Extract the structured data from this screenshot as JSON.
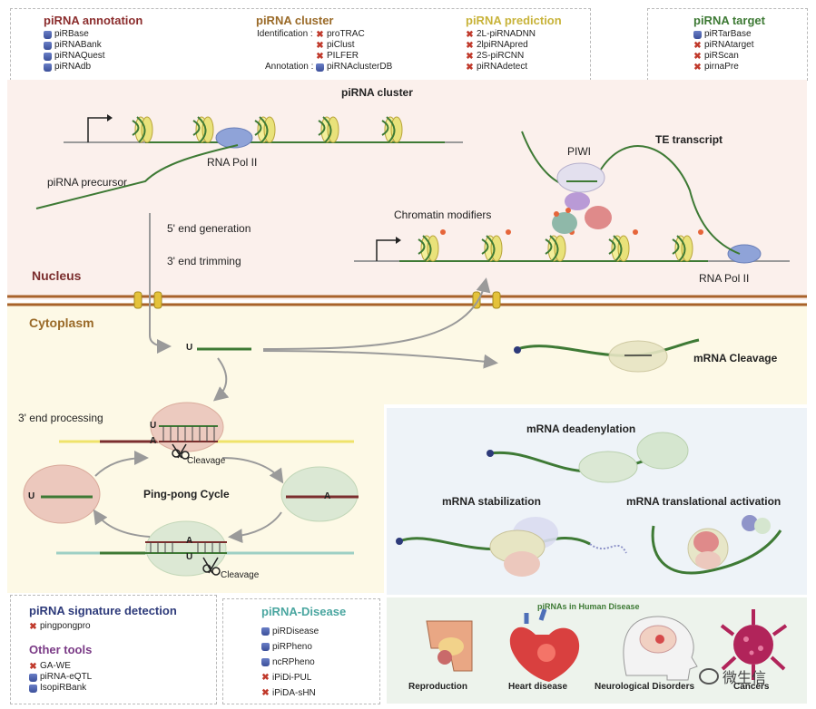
{
  "annotation": {
    "title": "piRNA annotation",
    "items": [
      {
        "name": "piRBase",
        "icon": "database-icon"
      },
      {
        "name": "piRNABank",
        "icon": "database-icon"
      },
      {
        "name": "piRNAQuest",
        "icon": "database-icon"
      },
      {
        "name": "piRNAdb",
        "icon": "database-icon"
      }
    ]
  },
  "cluster": {
    "title": "piRNA cluster",
    "identification_label": "Identification :",
    "annotation_label": "Annotation :",
    "identification": [
      {
        "name": "proTRAC",
        "icon": "tool-icon"
      },
      {
        "name": "piClust",
        "icon": "tool-icon"
      },
      {
        "name": "PILFER",
        "icon": "tool-icon"
      }
    ],
    "annotation": [
      {
        "name": "piRNAclusterDB",
        "icon": "database-icon"
      }
    ]
  },
  "prediction": {
    "title": "piRNA prediction",
    "items": [
      {
        "name": "2L-piRNADNN",
        "icon": "tool-icon"
      },
      {
        "name": "2lpiRNApred",
        "icon": "tool-icon"
      },
      {
        "name": "2S-piRCNN",
        "icon": "tool-icon"
      },
      {
        "name": "piRNAdetect",
        "icon": "tool-icon"
      }
    ]
  },
  "target": {
    "title": "piRNA target",
    "items": [
      {
        "name": "piRTarBase",
        "icon": "database-icon"
      },
      {
        "name": "piRNAtarget",
        "icon": "tool-icon"
      },
      {
        "name": "piRScan",
        "icon": "tool-icon"
      },
      {
        "name": "pirnaPre",
        "icon": "tool-icon"
      }
    ]
  },
  "nucleus": {
    "section_label": "Nucleus",
    "cluster_title": "piRNA cluster",
    "rna_pol_ii": "RNA Pol II",
    "rna_pol_ii_2": "RNA Pol II",
    "precursor": "piRNA precursor",
    "five_prime": "5' end generation",
    "three_prime": "3' end trimming",
    "chromatin": "Chromatin modifiers",
    "piwi": "PIWI",
    "te_transcript": "TE transcript"
  },
  "cytoplasm": {
    "section_label": "Cytoplasm",
    "u_label": "U",
    "mrna_cleavage": "mRNA Cleavage",
    "three_prime_processing": "3' end processing",
    "ping_pong": "Ping-pong Cycle",
    "cleavage_1": "Cleavage",
    "cleavage_2": "Cleavage",
    "pp_u_top": "U",
    "pp_a_top": "A",
    "pp_u_left": "U",
    "pp_a_right": "A",
    "pp_a_bottom": "A",
    "pp_u_bottom": "U"
  },
  "mrna": {
    "deadenylation": "mRNA deadenylation",
    "stabilization": "mRNA stabilization",
    "translational": "mRNA translational activation"
  },
  "signature": {
    "title": "piRNA signature detection",
    "items": [
      {
        "name": "pingpongpro",
        "icon": "tool-icon"
      }
    ]
  },
  "other_tools": {
    "title": "Other tools",
    "items": [
      {
        "name": "GA-WE",
        "icon": "tool-icon"
      },
      {
        "name": "piRNA-eQTL",
        "icon": "database-icon"
      },
      {
        "name": "IsopiRBank",
        "icon": "database-icon"
      }
    ]
  },
  "disease_db": {
    "title": "piRNA-Disease",
    "items": [
      {
        "name": "piRDisease",
        "icon": "database-icon"
      },
      {
        "name": "piRPheno",
        "icon": "database-icon"
      },
      {
        "name": "ncRPheno",
        "icon": "database-icon"
      },
      {
        "name": "iPiDi-PUL",
        "icon": "tool-icon"
      },
      {
        "name": "iPiDA-sHN",
        "icon": "tool-icon"
      }
    ]
  },
  "human_disease": {
    "title": "piRNAs in Human Disease",
    "items": [
      "Reproduction",
      "Heart disease",
      "Neurological Disorders",
      "Cancers"
    ]
  },
  "watermark": "微生信",
  "colors": {
    "annotation": "#8b2d2d",
    "cluster": "#9a6a28",
    "prediction": "#c8b33a",
    "target": "#3e7a35",
    "signature": "#2d3a7a",
    "other_tools": "#7a3a86",
    "disease_db": "#4aa6a0",
    "nucleus": "#7b2e2e",
    "cytoplasm": "#9a6a28"
  }
}
